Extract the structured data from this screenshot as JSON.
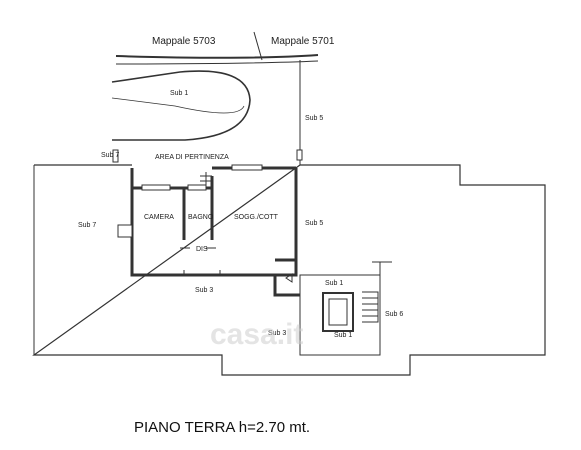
{
  "parcels": {
    "left": "Mappale 5703",
    "right": "Mappale 5701"
  },
  "subs": {
    "sub1_top": "Sub 1",
    "sub5_top": "Sub 5",
    "sub7_top": "Sub 7",
    "sub7_left": "Sub 7",
    "sub5_mid": "Sub 5",
    "sub3_mid": "Sub 3",
    "sub1_stair": "Sub 1",
    "sub1_lift": "Sub 1",
    "sub6": "Sub 6",
    "sub3_bottom": "Sub 3"
  },
  "rooms": {
    "area": "AREA DI PERTINENZA",
    "camera": "CAMERA",
    "bagno": "BAGNO",
    "sogg": "SOGG./COTT",
    "dis": "DIS"
  },
  "watermark": "casa.it",
  "title": "PIANO TERRA h=2.70 mt."
}
